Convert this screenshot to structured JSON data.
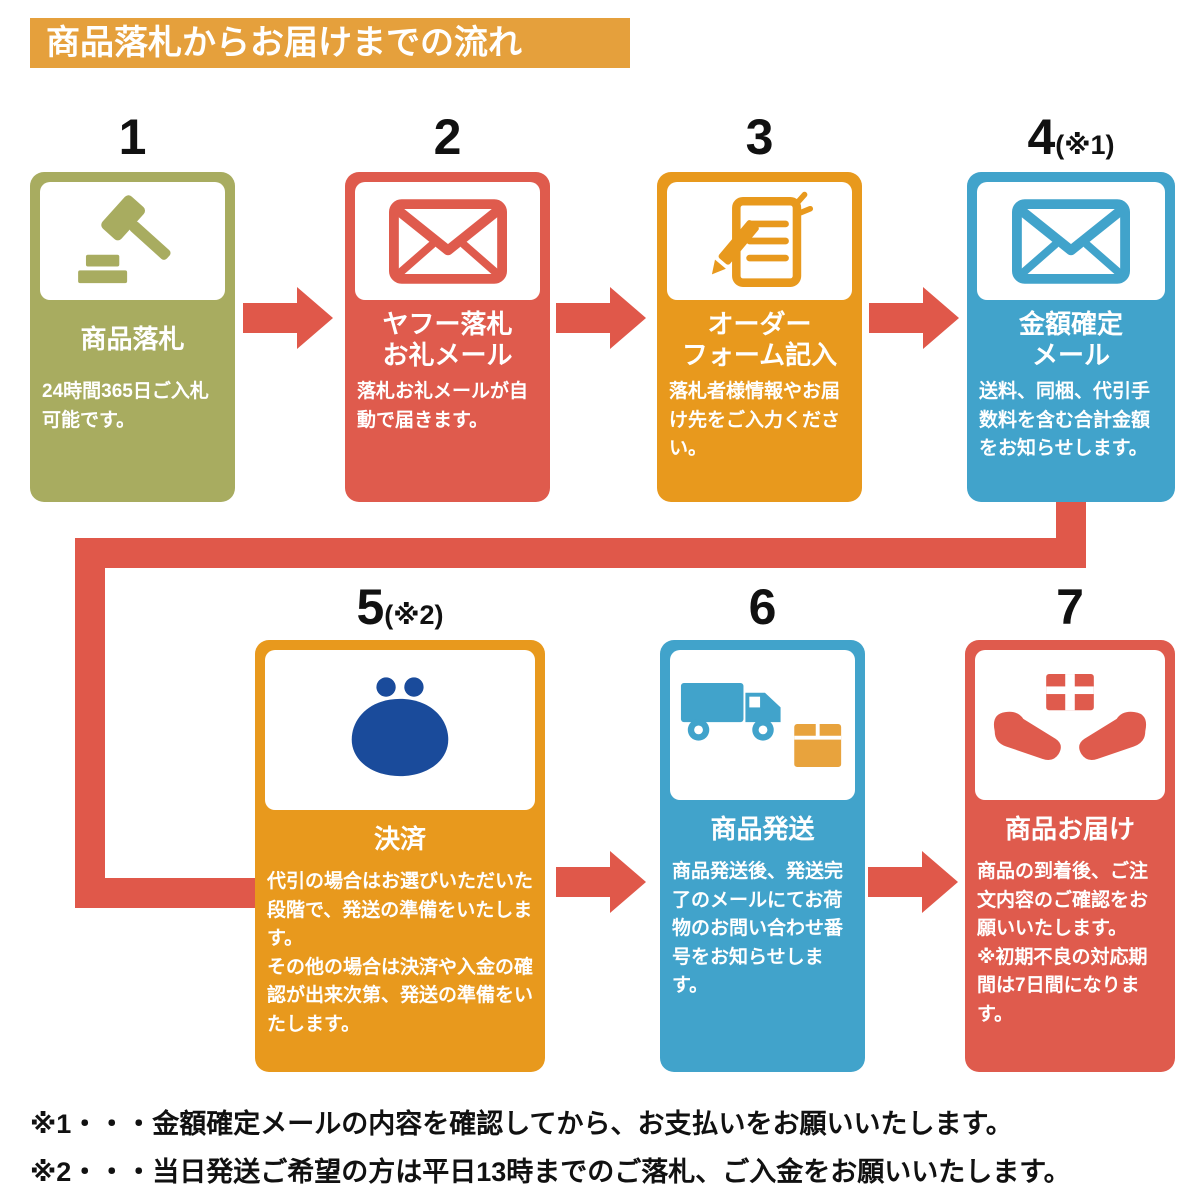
{
  "colors": {
    "header-bg": "#E5A03C",
    "olive": "#A8AC60",
    "red": "#DF5B4D",
    "orange": "#E8991D",
    "blue": "#41A3CB",
    "navy": "#1A4B9B",
    "arrow": "#E0584A",
    "box-orange": "#E8A33D"
  },
  "header": {
    "title": "商品落札からお届けまでの流れ"
  },
  "steps": [
    {
      "number": "1",
      "note": "",
      "icon": "gavel-icon",
      "color": "olive",
      "title": "商品落札",
      "body": "24時間365日ご入札可能です。"
    },
    {
      "number": "2",
      "note": "",
      "icon": "mail-icon",
      "color": "red",
      "title": "ヤフー落札\nお礼メール",
      "body": "落札お礼メールが自動で届きます。"
    },
    {
      "number": "3",
      "note": "",
      "icon": "order-form-icon",
      "color": "orange",
      "title": "オーダー\nフォーム記入",
      "body": "落札者様情報やお届け先をご入力ください。"
    },
    {
      "number": "4",
      "note": "(※1)",
      "icon": "mail-icon",
      "color": "blue",
      "title": "金額確定\nメール",
      "body": "送料、同梱、代引手数料を含む合計金額をお知らせします。"
    },
    {
      "number": "5",
      "note": "(※2)",
      "icon": "coin-purse-icon",
      "color": "orange",
      "title": "決済",
      "body": "代引の場合はお選びいただいた段階で、発送の準備をいたします。\nその他の場合は決済や入金の確認が出来次第、発送の準備をいたします。"
    },
    {
      "number": "6",
      "note": "",
      "icon": "truck-box-icon",
      "color": "blue",
      "title": "商品発送",
      "body": "商品発送後、発送完了のメールにてお荷物のお問い合わせ番号をお知らせします。"
    },
    {
      "number": "7",
      "note": "",
      "icon": "hands-package-icon",
      "color": "red",
      "title": "商品お届け",
      "body": "商品の到着後、ご注文内容のご確認をお願いいたします。\n※初期不良の対応期間は7日間になります。"
    }
  ],
  "footnotes": [
    "※1・・・金額確定メールの内容を確認してから、お支払いをお願いいたします。",
    "※2・・・当日発送ご希望の方は平日13時までのご落札、ご入金をお願いいたします。"
  ]
}
